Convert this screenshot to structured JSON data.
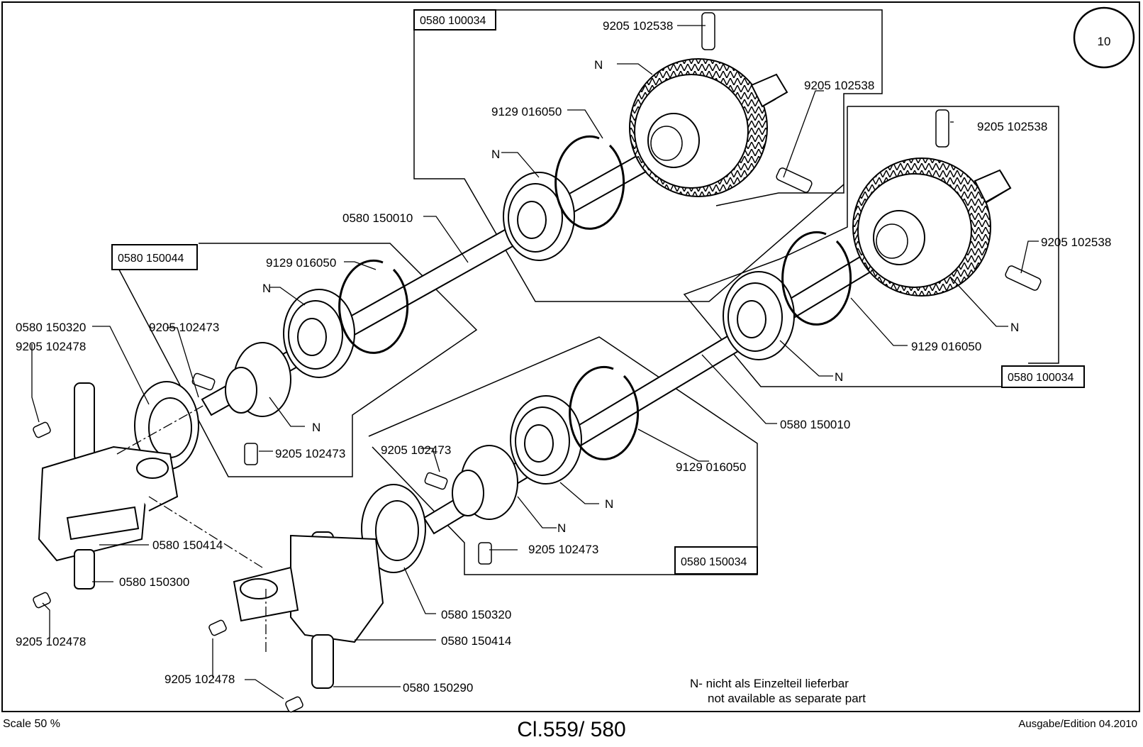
{
  "page_number": "10",
  "group_labels": {
    "top_gear_assembly": "0580 100034",
    "right_gear_assembly": "0580 100034",
    "left_bearing_group": "0580 150044",
    "lower_bearing_group": "0580 150034"
  },
  "part_labels": {
    "set_screw_top_gear_top": "9205 102538",
    "set_screw_top_gear_side": "9205 102538",
    "set_screw_right_gear_top": "9205 102538",
    "set_screw_right_gear_side": "9205 102538",
    "circlip_top": "9129 016050",
    "circlip_left": "9129 016050",
    "circlip_right": "9129 016050",
    "circlip_lower": "9129 016050",
    "shaft_top": "0580 150010",
    "shaft_right": "0580 150010",
    "washer_left": "0580 150320",
    "washer_lower": "0580 150320",
    "set_screw_left_a": "9205 102478",
    "set_screw_left_b": "9205 102478",
    "set_screw_lower": "9205 102478",
    "set_screw_left_collar_a": "9205 102473",
    "set_screw_left_collar_b": "9205 102473",
    "set_screw_lower_collar_a": "9205 102473",
    "set_screw_lower_collar_b": "9205 102473",
    "block_left": "0580 150414",
    "block_lower": "0580 150414",
    "pin_left": "0580 150300",
    "pin_lower": "0580 150290",
    "n_marker": "N"
  },
  "legend": {
    "line1": "N- nicht als Einzelteil lieferbar",
    "line2": "not available as separate part"
  },
  "footer": {
    "scale": "Scale 50 %",
    "model": "Cl.559/ 580",
    "edition": "Ausgabe/Edition 04.2010"
  }
}
